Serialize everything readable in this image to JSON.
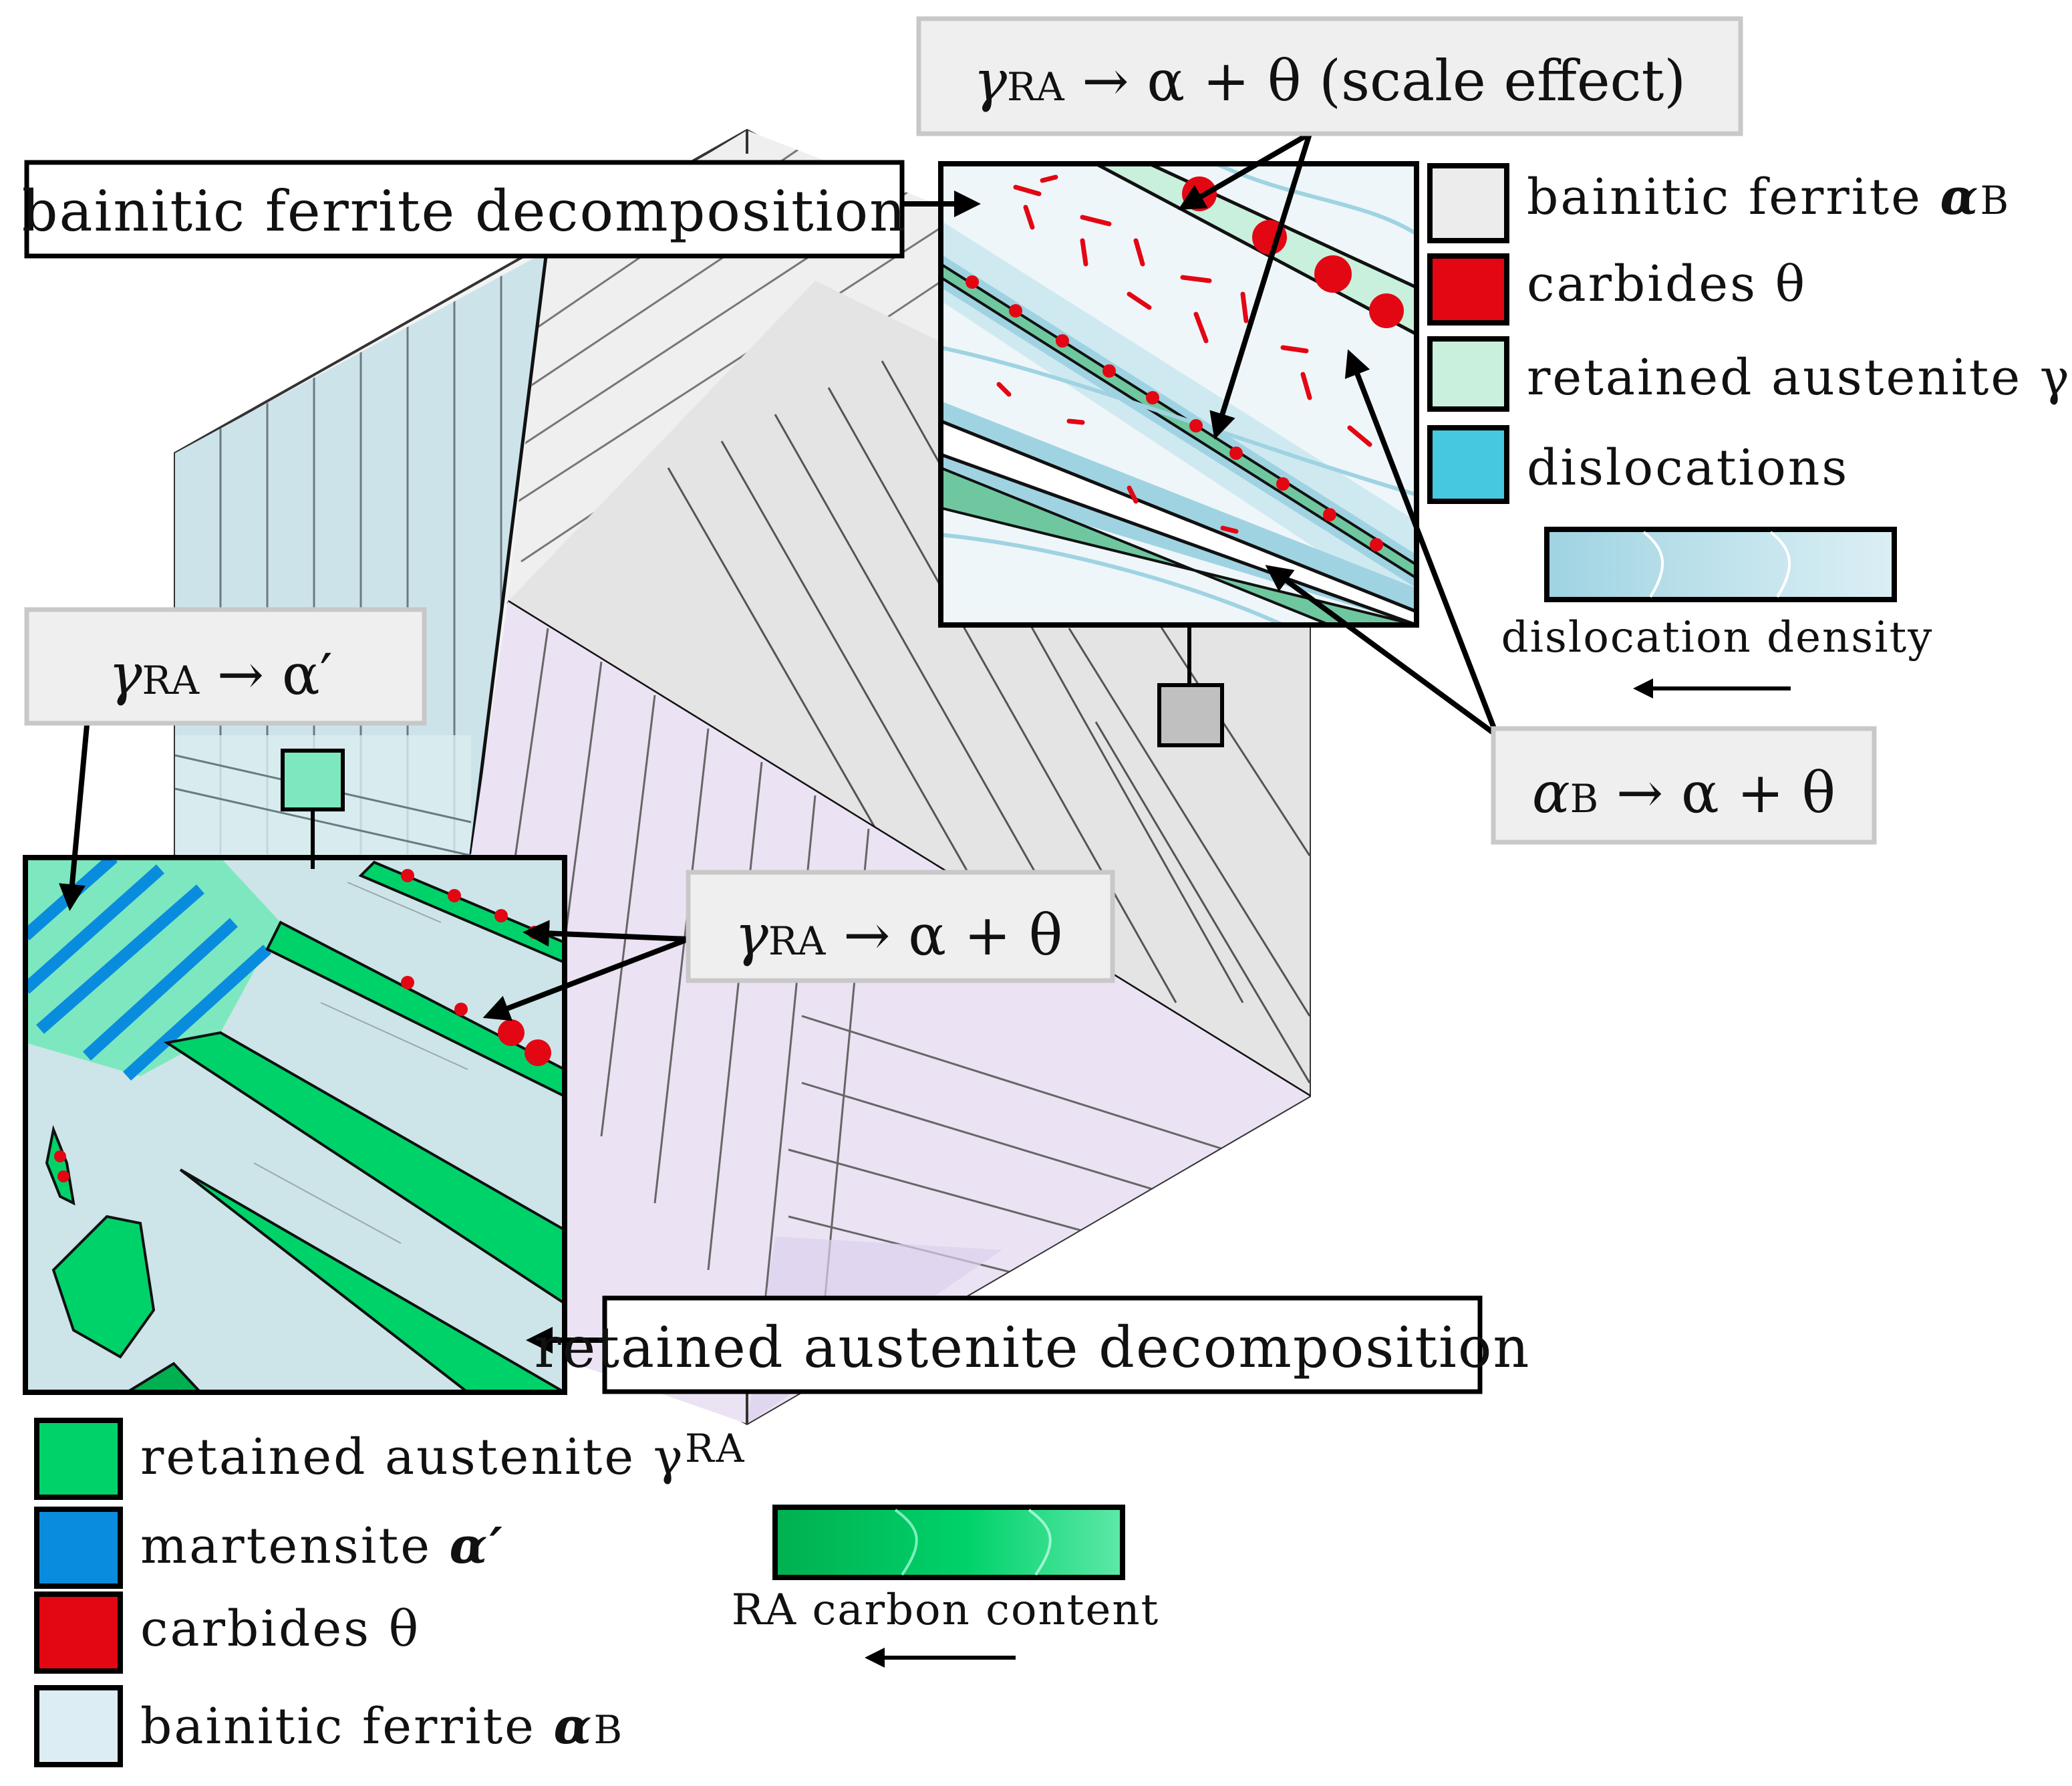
{
  "colors": {
    "bainitic_ferrite_top": "#ececec",
    "carbides": "#e30613",
    "retained_austenite_top": "#c9f0dc",
    "dislocations": "#46c8e0",
    "retained_austenite_bottom": "#00d26a",
    "martensite": "#0a8cde",
    "bainitic_ferrite_bottom": "#dcedf3",
    "grain_blue": "#cde3ea",
    "grain_lavender": "#ebe2f3",
    "grain_grey": "#e4e4e4",
    "callout_bg": "#efefef",
    "callout_border": "#c8c8c8"
  },
  "callouts": {
    "scale_effect": {
      "prefix": "γ",
      "sub": "RA",
      "rest": " → α + θ (scale effect)"
    },
    "bf_decomposition": "bainitic ferrite decomposition",
    "ra_to_martensite": {
      "prefix": "γ",
      "sub": "RA",
      "rest": " → α′"
    },
    "ra_to_alpha_theta": {
      "prefix": "γ",
      "sub": "RA",
      "rest": " → α + θ"
    },
    "ab_to_alpha_theta": {
      "prefix": "α",
      "sub": "B",
      "rest": " → α + θ"
    },
    "ra_decomposition": "retained austenite decomposition"
  },
  "legend_top": [
    {
      "text": "bainitic ferrite ",
      "sym": "α",
      "sub": "B",
      "color": "#ececec",
      "bold": true
    },
    {
      "text": "carbides  ",
      "sym": "θ",
      "sub": "",
      "color": "#e30613",
      "bold": false
    },
    {
      "text": "retained austenite ",
      "sym": "γ",
      "sub": "RA",
      "color": "#c9f0dc",
      "bold": false
    },
    {
      "text": "dislocations",
      "sym": "",
      "sub": "",
      "color": "#46c8e0",
      "bold": false
    }
  ],
  "legend_bottom": [
    {
      "text": "retained austenite ",
      "sym": "γ",
      "sub": "RA",
      "color": "#00d26a",
      "bold": false
    },
    {
      "text": "martensite  ",
      "sym": "α′",
      "sub": "",
      "color": "#0a8cde",
      "bold": true
    },
    {
      "text": "carbides  ",
      "sym": "θ",
      "sub": "",
      "color": "#e30613",
      "bold": false
    },
    {
      "text": "bainitic ferrite ",
      "sym": "α",
      "sub": "B",
      "color": "#dcedf3",
      "bold": true
    }
  ],
  "gradients": {
    "dislocation_density": "dislocation density",
    "ra_carbon_content": "RA carbon content"
  }
}
